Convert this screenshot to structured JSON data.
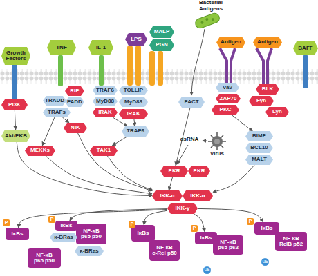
{
  "diagram": {
    "nodes": [
      {
        "text": [
          "Growth Factors"
        ]
      },
      {
        "text": [
          "TNF"
        ]
      },
      {
        "text": [
          "IL-1"
        ]
      },
      {
        "text": [
          "LPS"
        ]
      },
      {
        "text": [
          "MALP"
        ]
      },
      {
        "text": [
          "PGN"
        ]
      },
      {
        "text": [
          "Antigen"
        ]
      },
      {
        "text": [
          "Antigen"
        ]
      },
      {
        "text": [
          "BAFF"
        ]
      },
      {
        "text": [
          "PI3K"
        ]
      },
      {
        "text": [
          "RIP"
        ]
      },
      {
        "text": [
          "TRADD"
        ]
      },
      {
        "text": [
          "FADD"
        ]
      },
      {
        "text": [
          "TRAFs"
        ]
      },
      {
        "text": [
          "TRAF6"
        ]
      },
      {
        "text": [
          "MyD88"
        ]
      },
      {
        "text": [
          "IRAK"
        ]
      },
      {
        "text": [
          "TOLLIP"
        ]
      },
      {
        "text": [
          "MyD88"
        ]
      },
      {
        "text": [
          "IRAK"
        ]
      },
      {
        "text": [
          "PACT"
        ]
      },
      {
        "text": [
          "Vav"
        ]
      },
      {
        "text": [
          "ZAP70"
        ]
      },
      {
        "text": [
          "PKC"
        ]
      },
      {
        "text": [
          "BLK"
        ]
      },
      {
        "text": [
          "Fyn"
        ]
      },
      {
        "text": [
          "Lyn"
        ]
      },
      {
        "text": [
          "Akt/PKB"
        ]
      },
      {
        "text": [
          "NIK"
        ]
      },
      {
        "text": [
          "TRAF6"
        ]
      },
      {
        "text": [
          "BIMP"
        ]
      },
      {
        "text": [
          "MEKKs"
        ]
      },
      {
        "text": [
          "TAK1"
        ]
      },
      {
        "text": [
          "BCL10"
        ]
      },
      {
        "text": [
          "MALT"
        ]
      },
      {
        "text": [
          "PKR"
        ]
      },
      {
        "text": [
          "PKR"
        ]
      },
      {
        "text": [
          "IKK-α"
        ]
      },
      {
        "text": [
          "IKK-α"
        ]
      },
      {
        "text": [
          "IKK-γ"
        ]
      },
      {
        "text": [
          "IκBs"
        ]
      },
      {
        "text": [
          "NF-κB",
          "p65 p50"
        ]
      },
      {
        "text": [
          "IκBs"
        ]
      },
      {
        "text": [
          "κ-BRas"
        ]
      },
      {
        "text": [
          "IκBs"
        ]
      },
      {
        "text": [
          "IκBs"
        ]
      },
      {
        "text": [
          "IκBs"
        ]
      },
      {
        "text": [
          "NF-κB",
          "p65 p62"
        ]
      },
      {
        "text": [
          "NF-κB",
          "RelB p52"
        ]
      },
      {
        "text": [
          "NF-κB",
          "c-Rel p50"
        ]
      },
      {
        "text": [
          "NF-κB",
          "p65 p50"
        ]
      },
      {
        "text": [
          "κ-BRas"
        ]
      }
    ],
    "edges": [
      {
        "from": 9,
        "to": 27,
        "arrow": "to"
      },
      {
        "from": 27,
        "to": 37,
        "arrow": "to"
      },
      {
        "from": 13,
        "to": 31,
        "arrow": "to"
      },
      {
        "from": 13,
        "to": 28,
        "arrow": "to"
      },
      {
        "from": 31,
        "to": 37,
        "arrow": "to"
      },
      {
        "from": 28,
        "to": 37,
        "arrow": "to"
      },
      {
        "from": 16,
        "to": 29,
        "arrow": "to"
      },
      {
        "from": 19,
        "to": 29,
        "arrow": "to"
      },
      {
        "from": 29,
        "to": 32,
        "arrow": "to"
      },
      {
        "from": 32,
        "to": 37,
        "arrow": "to"
      },
      {
        "from": 20,
        "to": 35,
        "arrow": "to"
      },
      {
        "from": 23,
        "to": 30,
        "arrow": "to"
      },
      {
        "from": 34,
        "to": 38,
        "arrow": "to"
      },
      {
        "from": 35,
        "to": 37,
        "arrow": "to"
      },
      {
        "from": 39,
        "to": 42,
        "arrow": "to"
      },
      {
        "from": 39,
        "to": 40,
        "arrow": "to"
      },
      {
        "from": 39,
        "to": 44,
        "arrow": "to"
      },
      {
        "from": 39,
        "to": 45,
        "arrow": "to"
      },
      {
        "from": 39,
        "to": 46,
        "arrow": "to"
      }
    ],
    "labels": [
      "Bacterial Antigens",
      "dsRNA",
      "Virus",
      "P",
      "P",
      "P",
      "P",
      "P",
      "Ub",
      "Ub"
    ]
  }
}
